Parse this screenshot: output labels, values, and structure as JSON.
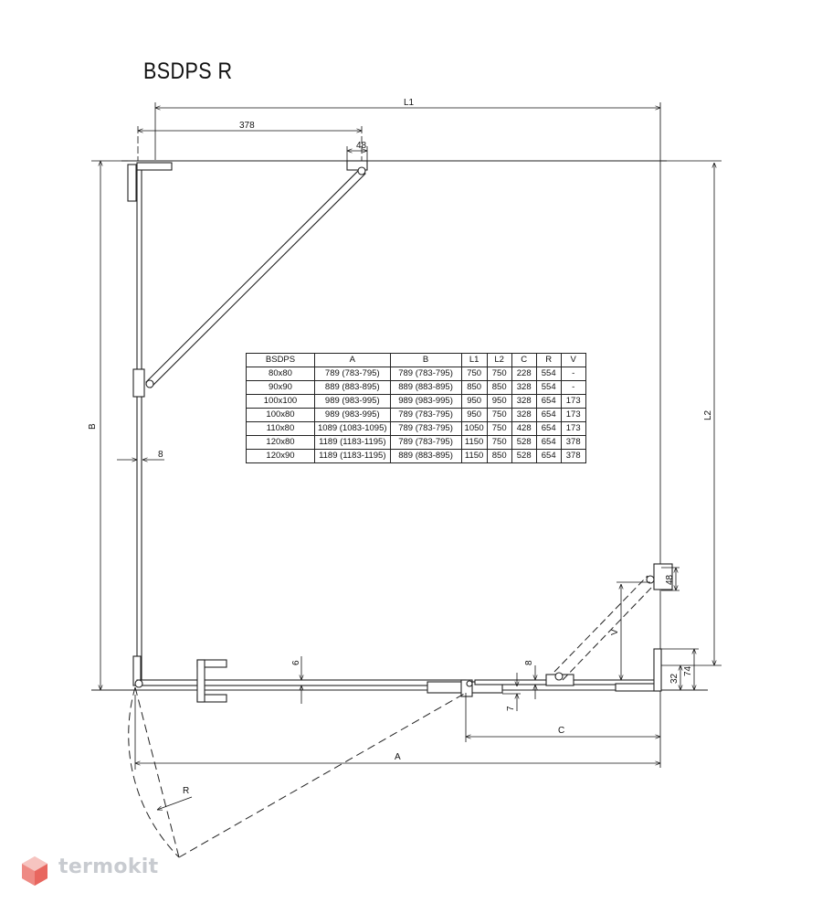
{
  "title": "BSDPS R",
  "dimensions": {
    "L1": "L1",
    "L2": "L2",
    "A": "A",
    "B": "B",
    "C": "C",
    "R": "R",
    "V": "V",
    "d378": "378",
    "d48_top": "48",
    "d48_right": "48",
    "d8_left": "8",
    "d6": "6",
    "d8_mid": "8",
    "d7": "7",
    "d32": "32",
    "d74": "74"
  },
  "table": {
    "headers": [
      "BSDPS",
      "A",
      "B",
      "L1",
      "L2",
      "C",
      "R",
      "V"
    ],
    "rows": [
      [
        "80x80",
        "789 (783-795)",
        "789 (783-795)",
        "750",
        "750",
        "228",
        "554",
        "-"
      ],
      [
        "90x90",
        "889 (883-895)",
        "889 (883-895)",
        "850",
        "850",
        "328",
        "554",
        "-"
      ],
      [
        "100x100",
        "989 (983-995)",
        "989 (983-995)",
        "950",
        "950",
        "328",
        "654",
        "173"
      ],
      [
        "100x80",
        "989 (983-995)",
        "789 (783-795)",
        "950",
        "750",
        "328",
        "654",
        "173"
      ],
      [
        "110x80",
        "1089 (1083-1095)",
        "789 (783-795)",
        "1050",
        "750",
        "428",
        "654",
        "173"
      ],
      [
        "120x80",
        "1189 (1183-1195)",
        "789 (783-795)",
        "1150",
        "750",
        "528",
        "654",
        "378"
      ],
      [
        "120x90",
        "1189 (1183-1195)",
        "889 (883-895)",
        "1150",
        "850",
        "528",
        "654",
        "378"
      ]
    ]
  },
  "logo": {
    "text": "termokit",
    "icon": "cube-logo-icon"
  }
}
